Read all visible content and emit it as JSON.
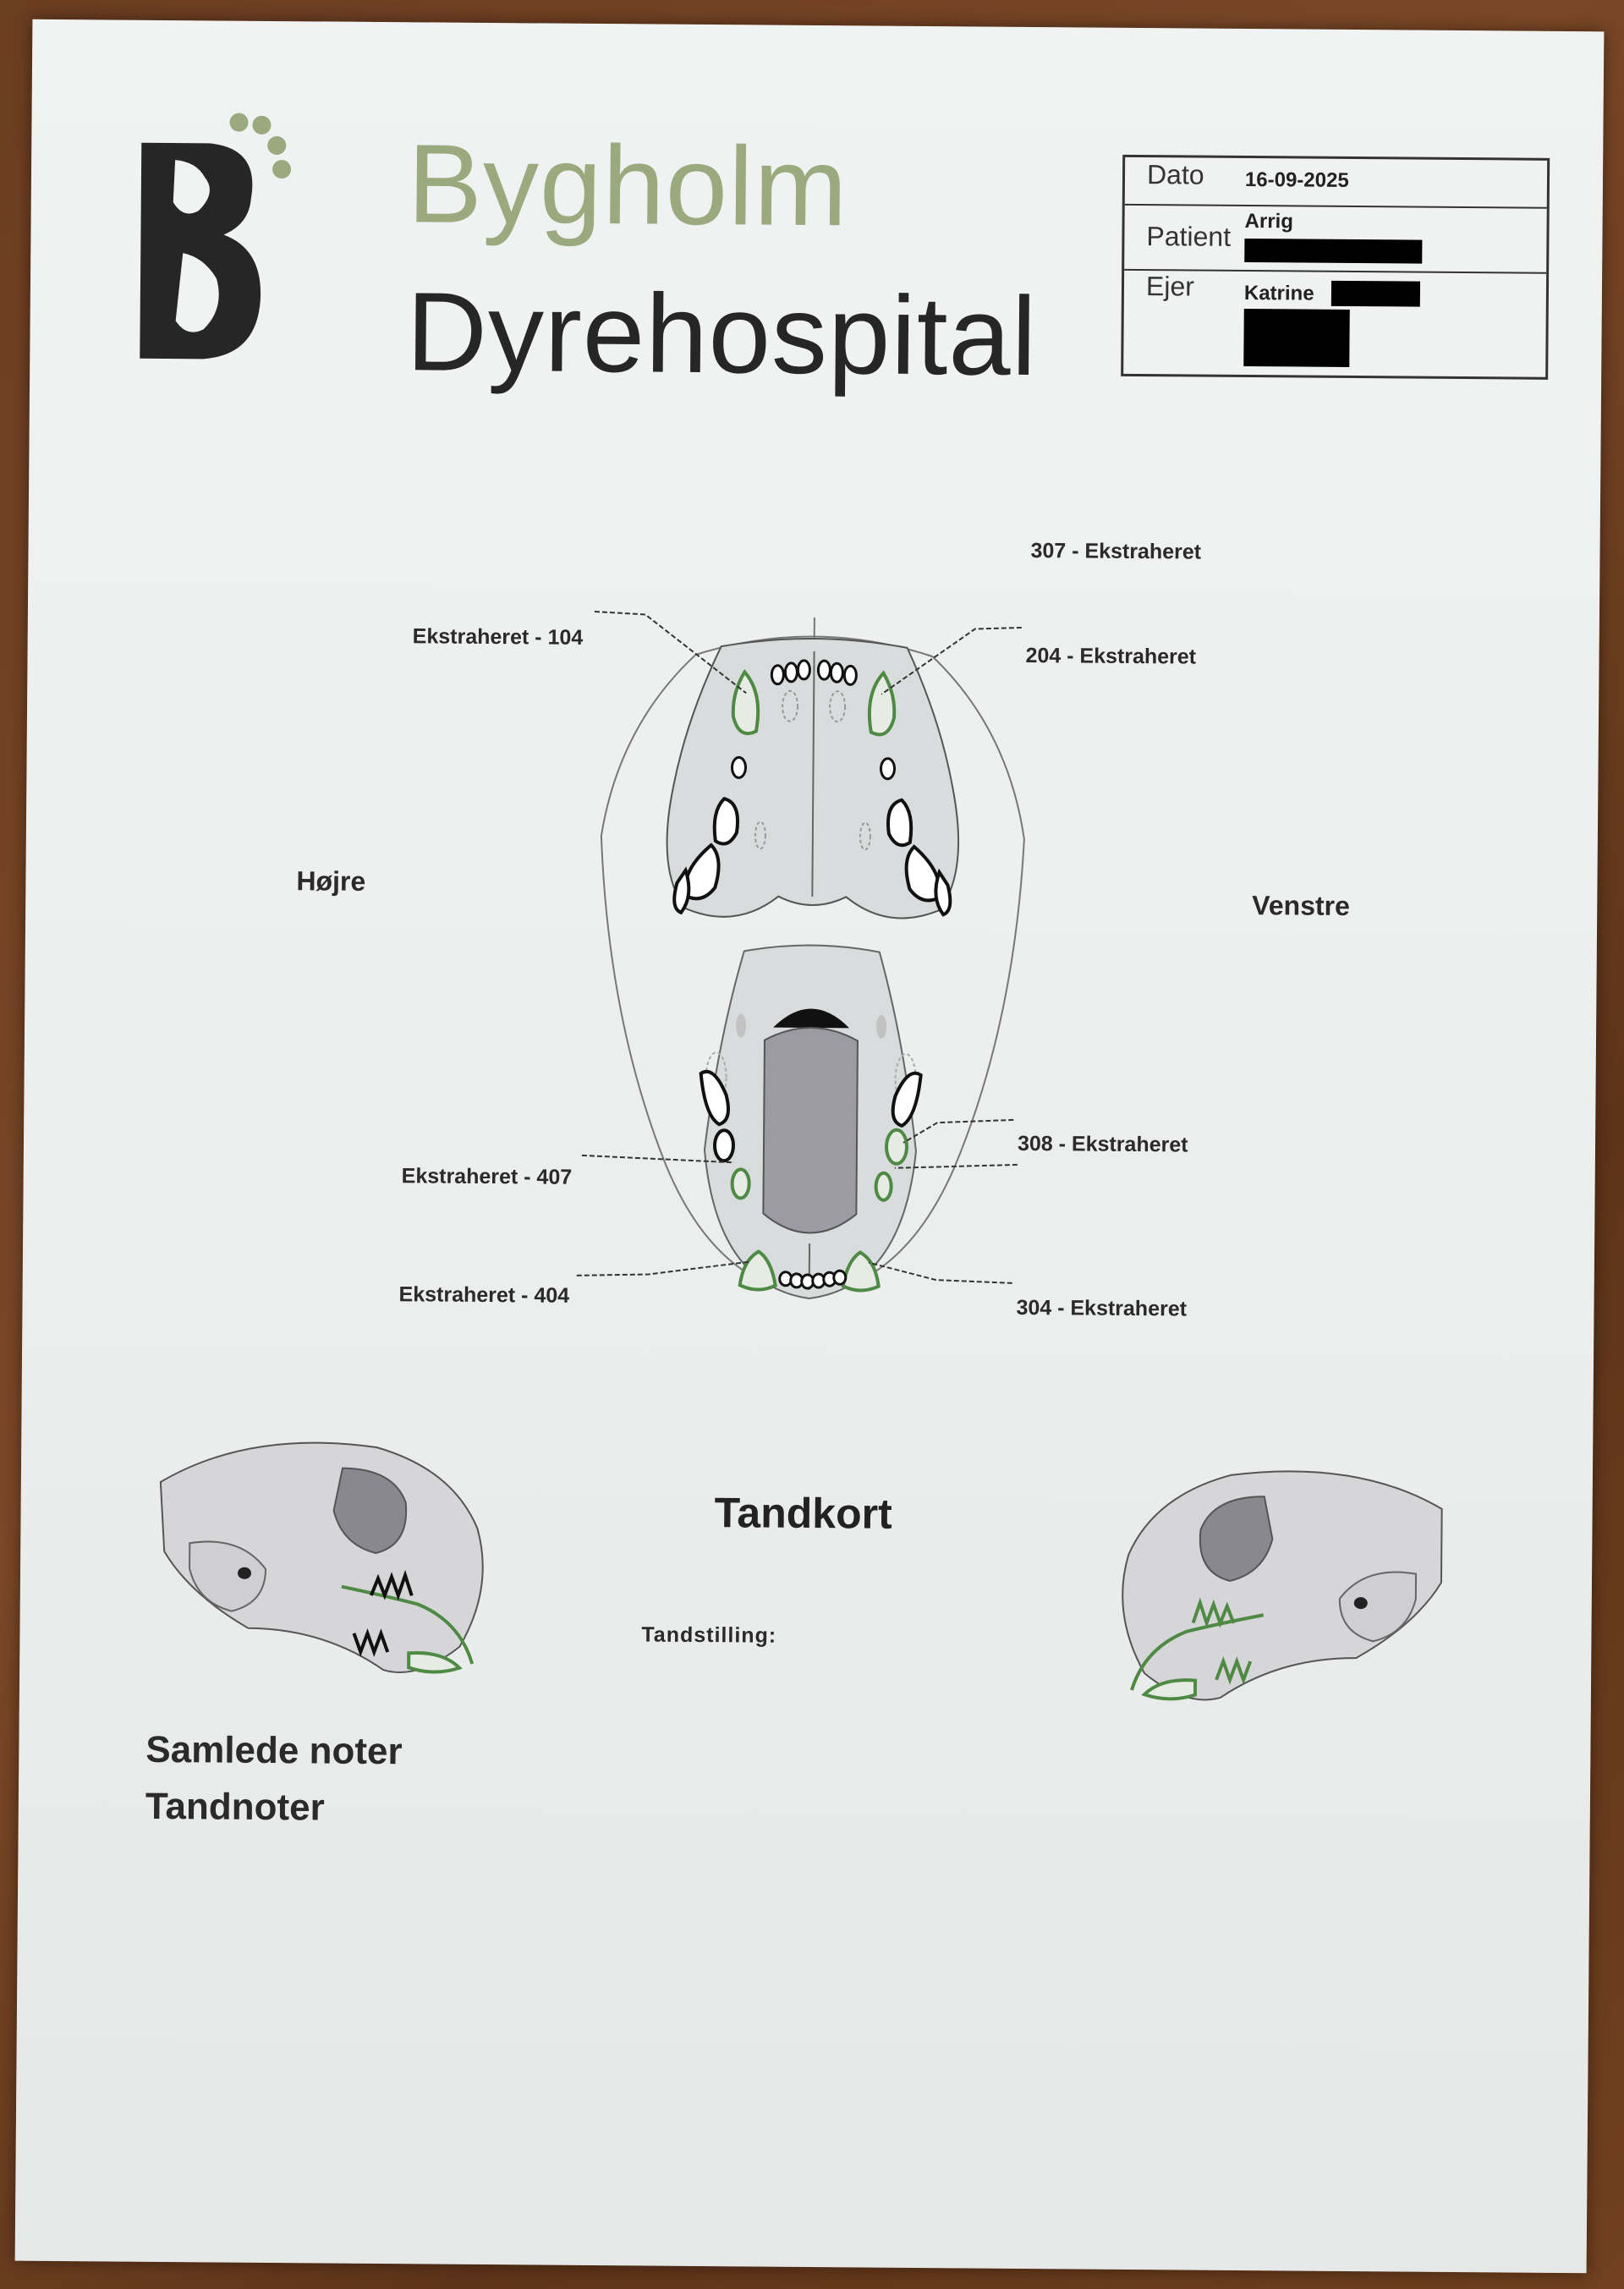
{
  "brand": {
    "line1": "Bygholm",
    "line2": "Dyrehospital",
    "colors": {
      "primary_green": "#9aaa7e",
      "text_dark": "#262626"
    }
  },
  "patient_info": {
    "date_label": "Dato",
    "date_value": "16-09-2025",
    "patient_label": "Patient",
    "patient_value": "Arrig",
    "owner_label": "Ejer",
    "owner_value": "Katrine"
  },
  "chart": {
    "side_right": "Højre",
    "side_left": "Venstre",
    "annotations": {
      "t307": "307 - Ekstraheret",
      "t104": "Ekstraheret - 104",
      "t204": "204 - Ekstraheret",
      "t308": "308 - Ekstraheret",
      "t407": "Ekstraheret - 407",
      "t404": "Ekstraheret - 404",
      "t304": "304 - Ekstraheret"
    },
    "extracted_color": "#4f8a45"
  },
  "footer": {
    "title": "Tandkort",
    "tooth_position_label": "Tandstilling:",
    "notes_heading": "Samlede noter",
    "dental_notes_heading": "Tandnoter"
  }
}
